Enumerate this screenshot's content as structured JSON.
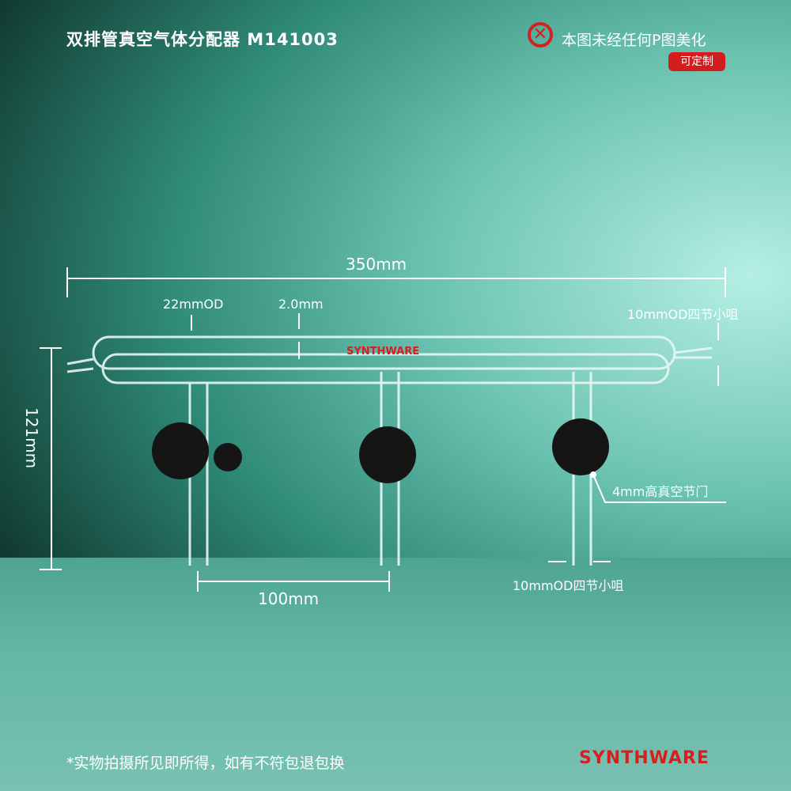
{
  "header": {
    "title": "双排管真空气体分配器  M141003",
    "notice": "本图未经任何P图美化",
    "custom_badge": "可定制"
  },
  "dimensions": {
    "length": "350mm",
    "outer_diameter": "22mmOD",
    "wall": "2.0mm",
    "end_tip": "10mmOD四节小咀",
    "height": "121mm",
    "spacing": "100mm",
    "valve": "4mm高真空节门",
    "bottom_tip": "10mmOD四节小咀"
  },
  "product_logo": "SYNTHWARE",
  "footer": {
    "note": "*实物拍摄所见即所得，如有不符包退包换",
    "brand": "SYNTHWARE"
  },
  "colors": {
    "accent": "#d41c1c"
  }
}
